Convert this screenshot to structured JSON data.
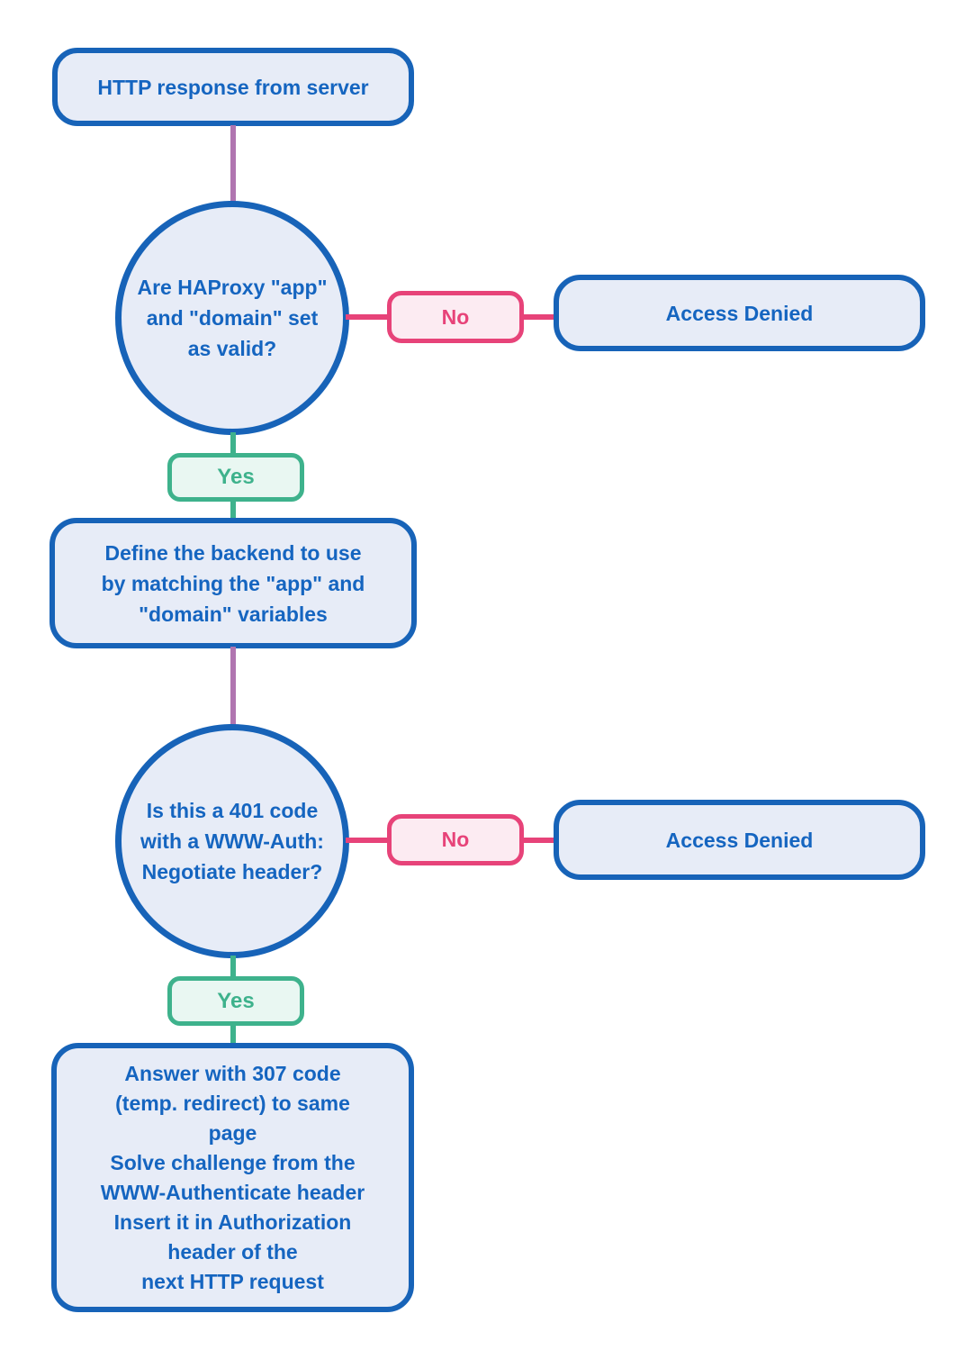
{
  "palette": {
    "blue_border": "#1763b8",
    "blue_text": "#1565c0",
    "blue_fill": "#e7ecf7",
    "pink": "#e74379",
    "pink_fill": "#fcebf2",
    "green": "#3eb28c",
    "green_fill": "#e9f7f2",
    "purple": "#b075b0",
    "background": "#ffffff"
  },
  "nodes": {
    "start": {
      "text": "HTTP response from server"
    },
    "decision1": {
      "text": "Are HAProxy \"app\"\nand \"domain\" set\nas valid?"
    },
    "no1": {
      "text": "No"
    },
    "access_denied1": {
      "text": "Access Denied"
    },
    "yes1": {
      "text": "Yes"
    },
    "define_backend": {
      "text": "Define the backend to use\nby matching the \"app\" and\n\"domain\" variables"
    },
    "decision2": {
      "text": "Is this a 401 code\nwith a WWW-Auth:\nNegotiate header?"
    },
    "no2": {
      "text": "No"
    },
    "access_denied2": {
      "text": "Access Denied"
    },
    "yes2": {
      "text": "Yes"
    },
    "final": {
      "text": "Answer with 307 code\n(temp. redirect) to same\npage\nSolve challenge from the\nWWW-Authenticate header\nInsert it in Authorization\nheader of the\nnext HTTP request"
    }
  }
}
